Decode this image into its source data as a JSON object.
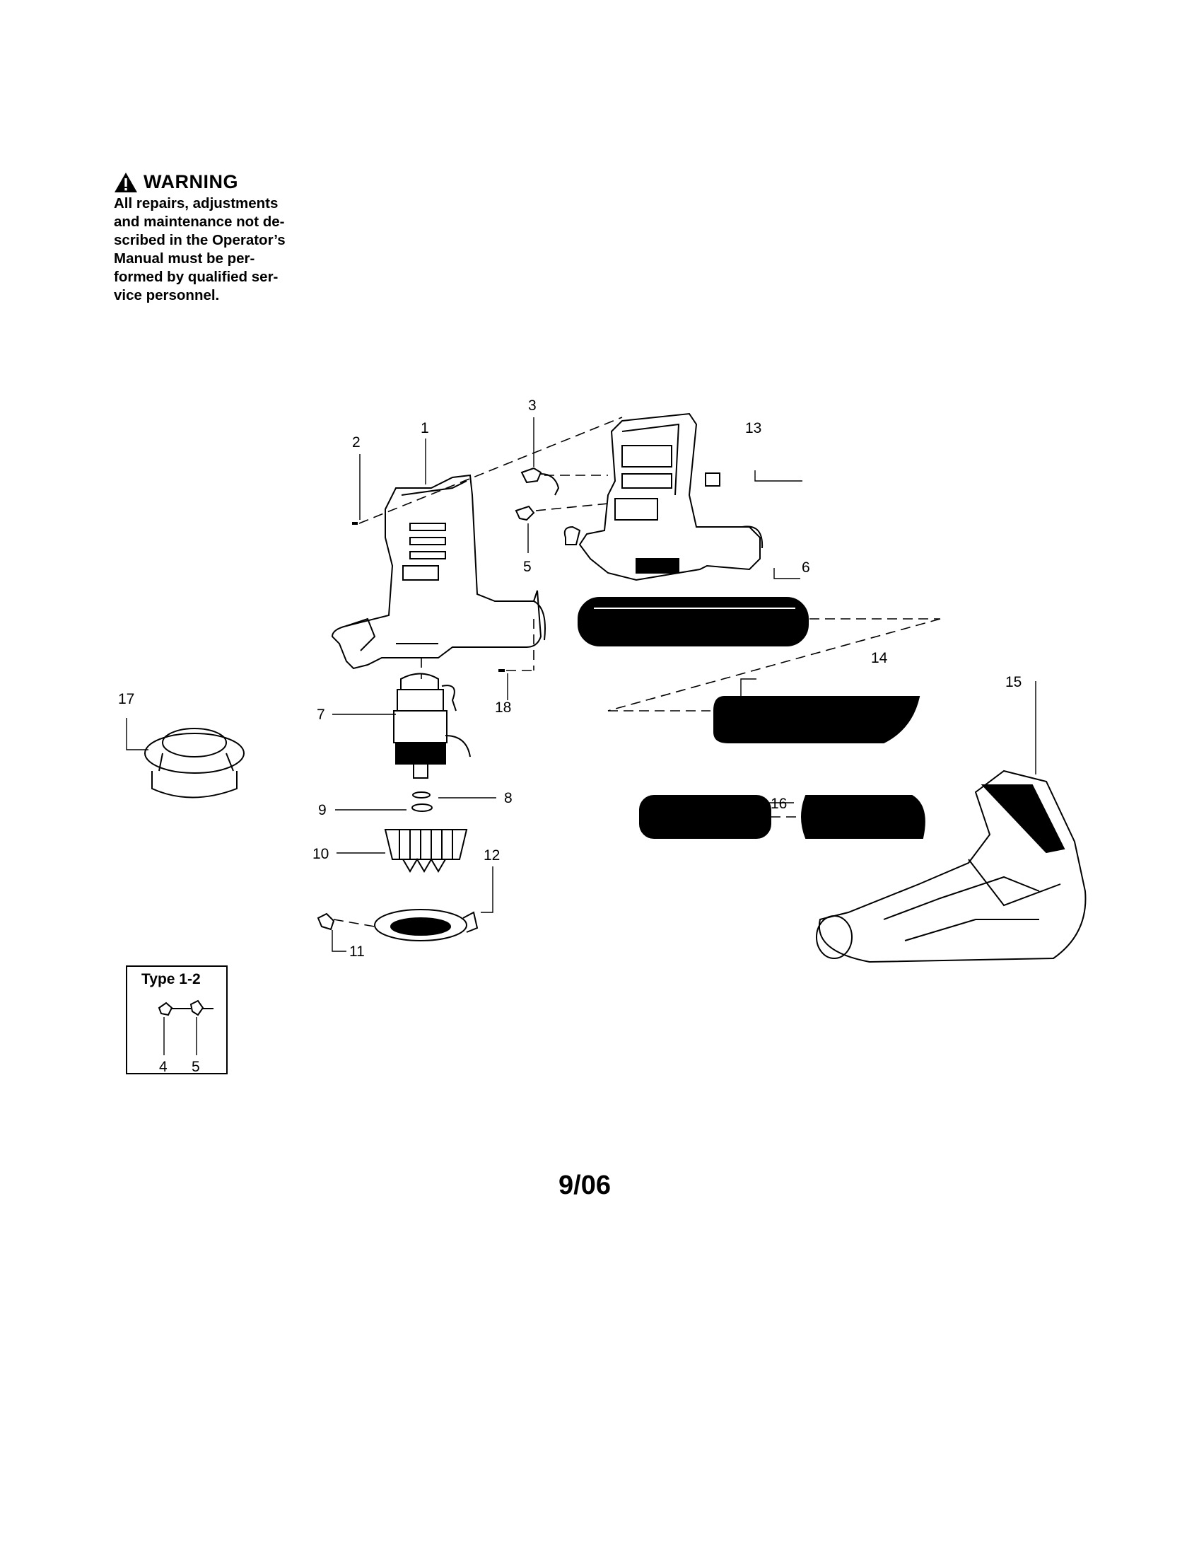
{
  "warning": {
    "heading": "WARNING",
    "lines": [
      "All repairs, adjustments",
      "and maintenance not de-",
      "scribed in the Operator’s",
      "Manual must be per-",
      "formed by qualified ser-",
      "vice personnel."
    ]
  },
  "callouts": {
    "c1": "1",
    "c2": "2",
    "c3": "3",
    "c5": "5",
    "c6": "6",
    "c7": "7",
    "c8": "8",
    "c9": "9",
    "c10": "10",
    "c11": "11",
    "c12": "12",
    "c13": "13",
    "c14": "14",
    "c15": "15",
    "c16": "16",
    "c17": "17",
    "c18": "18"
  },
  "type_box": {
    "title": "Type 1-2",
    "label_a": "4",
    "label_b": "5"
  },
  "footer_date": "9/06"
}
